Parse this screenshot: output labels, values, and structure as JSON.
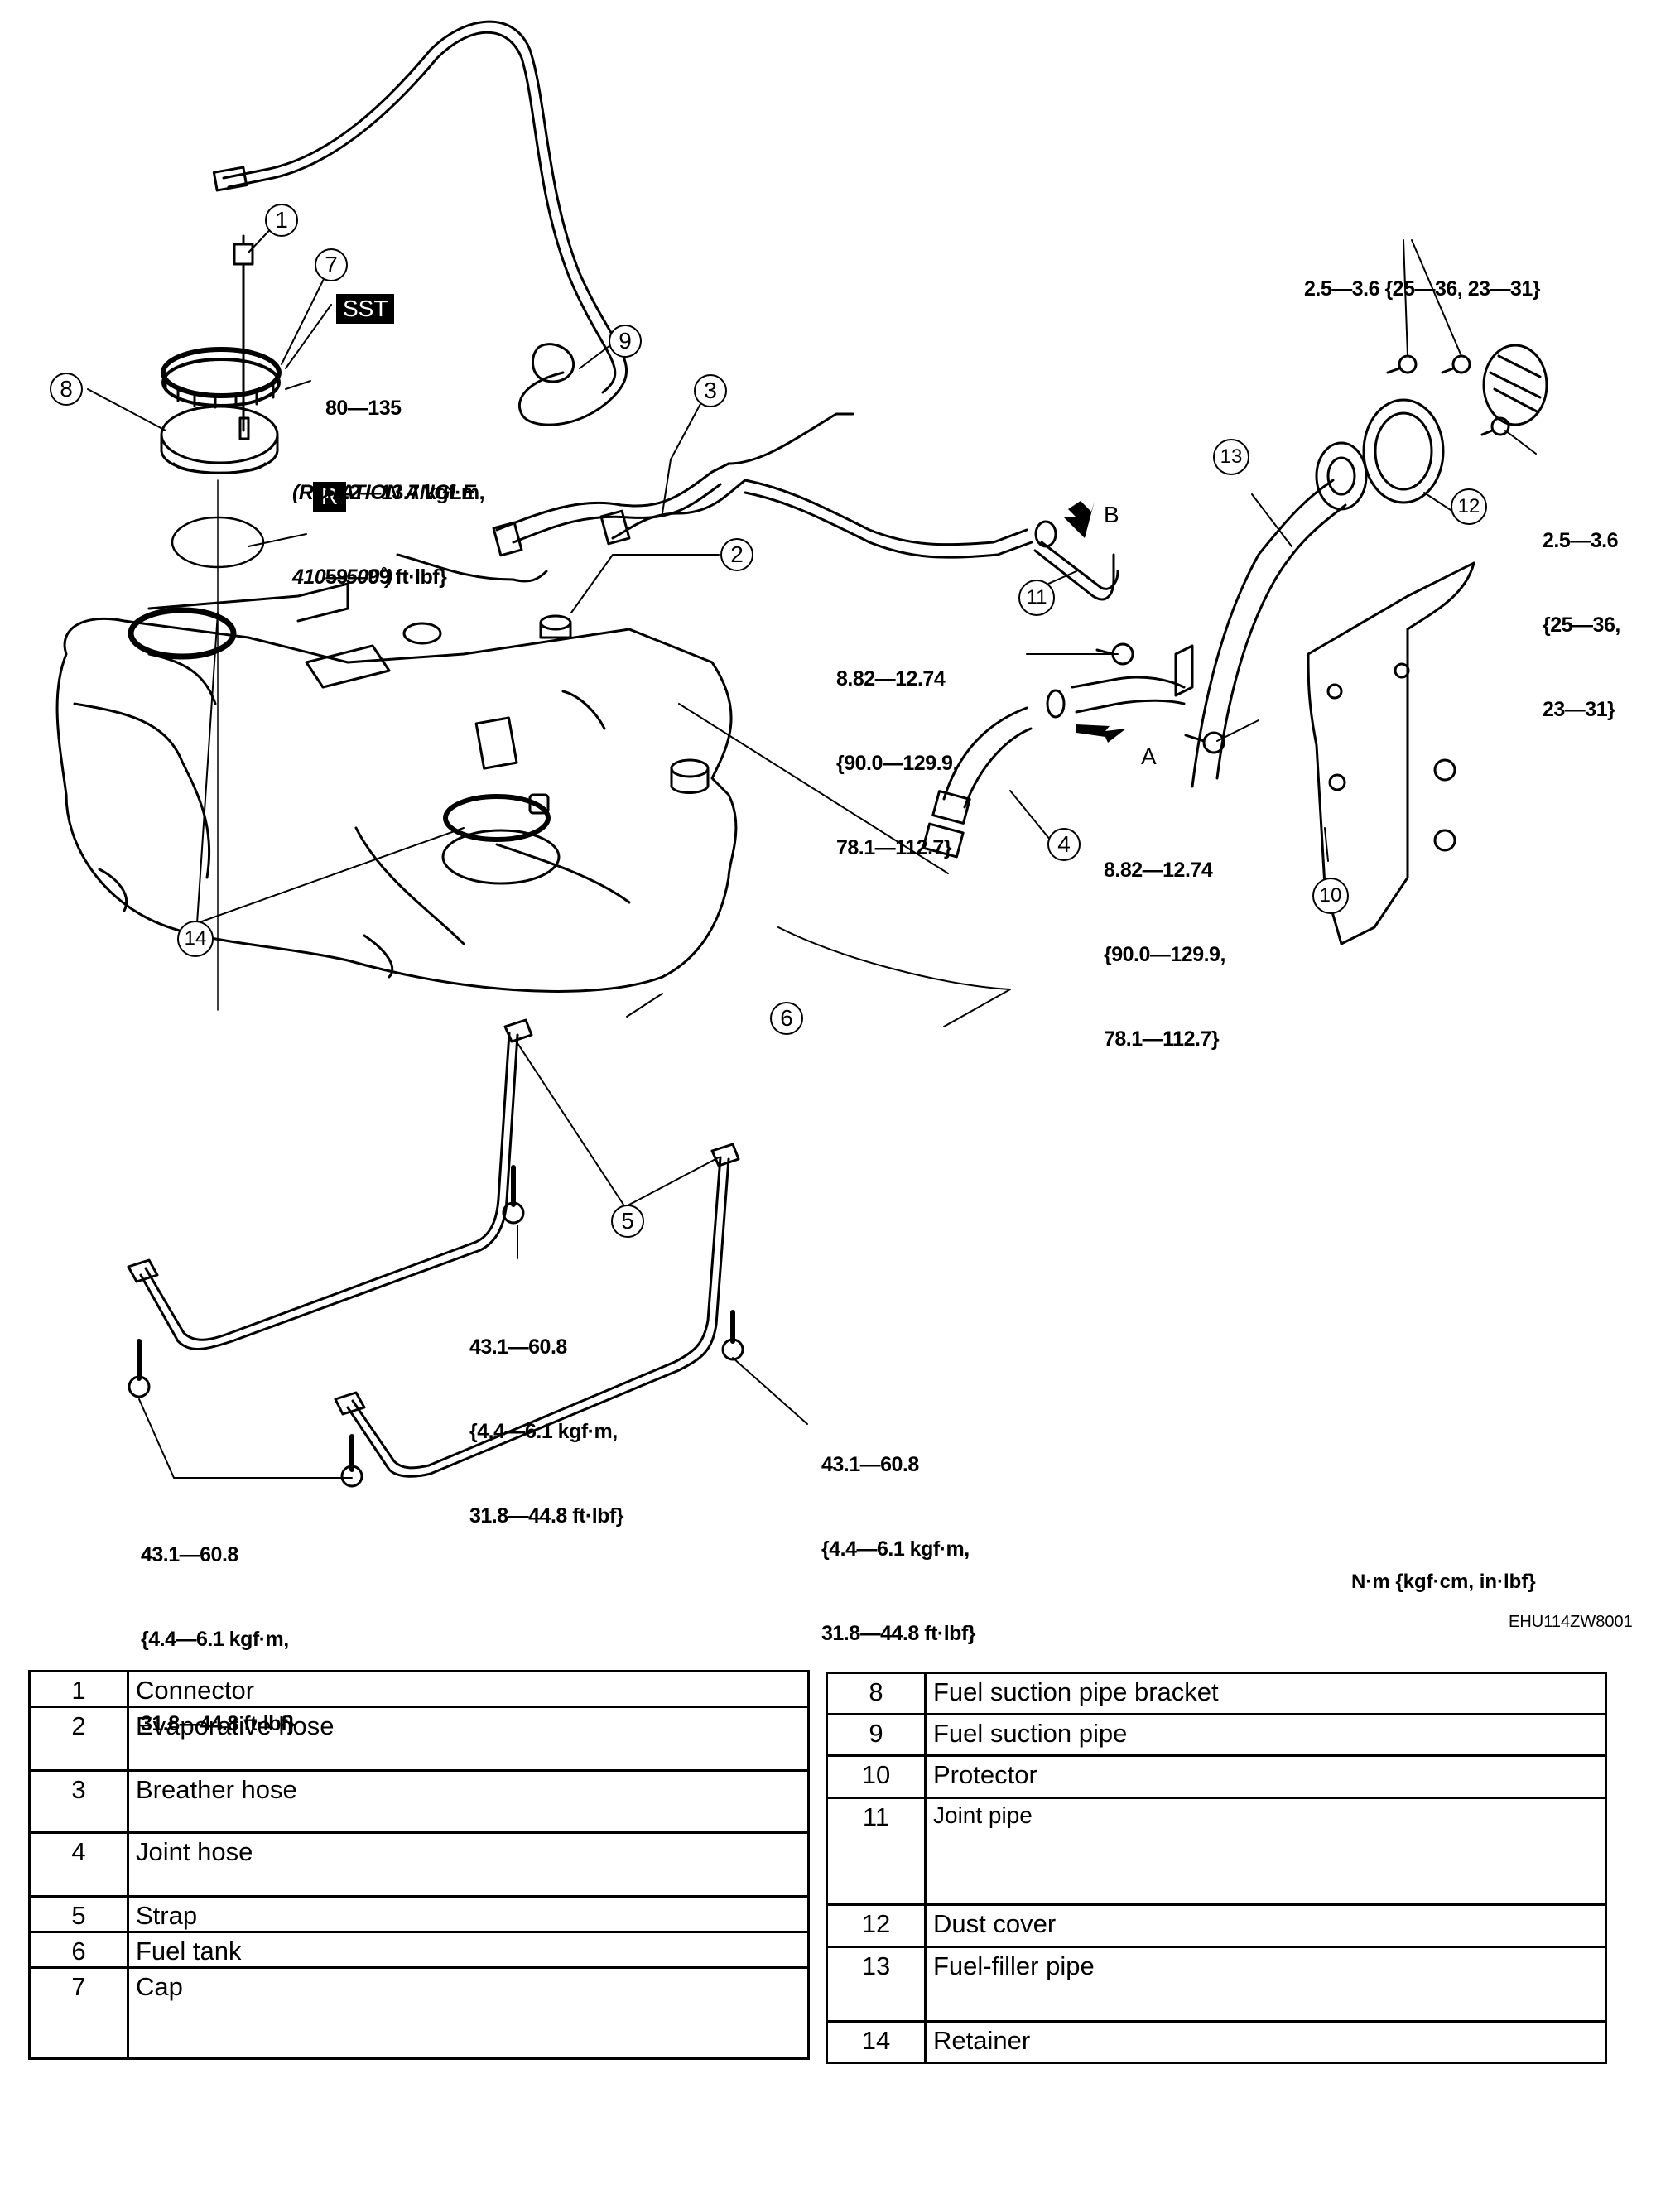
{
  "figure": {
    "figure_id": "EHU114ZW8001",
    "torque_units": "N·m {kgf·cm, in·lbf}"
  },
  "markers": {
    "sst": "SST",
    "replace": "R",
    "arrow_a": "A",
    "arrow_b": "B"
  },
  "callouts": [
    "1",
    "2",
    "3",
    "4",
    "5",
    "6",
    "7",
    "8",
    "9",
    "10",
    "11",
    "12",
    "13",
    "14"
  ],
  "torque_specs": {
    "cap": {
      "lines": [
        "80—135",
        "{8.2—13.7 kgf·m,",
        "59—99 ft·lbf}"
      ],
      "rotation_lines": [
        "(ROTATION ANGLE",
        "410—500˚)"
      ]
    },
    "dust_cover_top": {
      "lines": [
        "2.5—3.6 {25—36, 23—31}"
      ]
    },
    "dust_cover_right": {
      "lines": [
        "2.5—3.6",
        "{25—36,",
        "23—31}"
      ]
    },
    "filler_bracket_upper": {
      "lines": [
        "8.82—12.74",
        "{90.0—129.9,",
        "78.1—112.7}"
      ]
    },
    "filler_bracket_lower": {
      "lines": [
        "8.82—12.74",
        "{90.0—129.9,",
        "78.1—112.7}"
      ]
    },
    "strap_center": {
      "lines": [
        "43.1—60.8",
        "{4.4—6.1 kgf·m,",
        "31.8—44.8 ft·lbf}"
      ]
    },
    "strap_right": {
      "lines": [
        "43.1—60.8",
        "{4.4—6.1 kgf·m,",
        "31.8—44.8 ft·lbf}"
      ]
    },
    "strap_left": {
      "lines": [
        "43.1—60.8",
        "{4.4—6.1 kgf·m,",
        "31.8—44.8 ft·lbf}"
      ]
    }
  },
  "parts_table": {
    "left": [
      {
        "num": "1",
        "name": "Connector"
      },
      {
        "num": "2",
        "name": "Evaporative hose"
      },
      {
        "num": "3",
        "name": "Breather hose"
      },
      {
        "num": "4",
        "name": "Joint hose"
      },
      {
        "num": "5",
        "name": "Strap"
      },
      {
        "num": "6",
        "name": "Fuel tank"
      },
      {
        "num": "7",
        "name": "Cap"
      }
    ],
    "right": [
      {
        "num": "8",
        "name": "Fuel suction pipe bracket"
      },
      {
        "num": "9",
        "name": "Fuel suction pipe"
      },
      {
        "num": "10",
        "name": "Protector"
      },
      {
        "num": "11",
        "name": "Joint pipe"
      },
      {
        "num": "12",
        "name": "Dust cover"
      },
      {
        "num": "13",
        "name": "Fuel-filler pipe"
      },
      {
        "num": "14",
        "name": "Retainer"
      }
    ]
  }
}
